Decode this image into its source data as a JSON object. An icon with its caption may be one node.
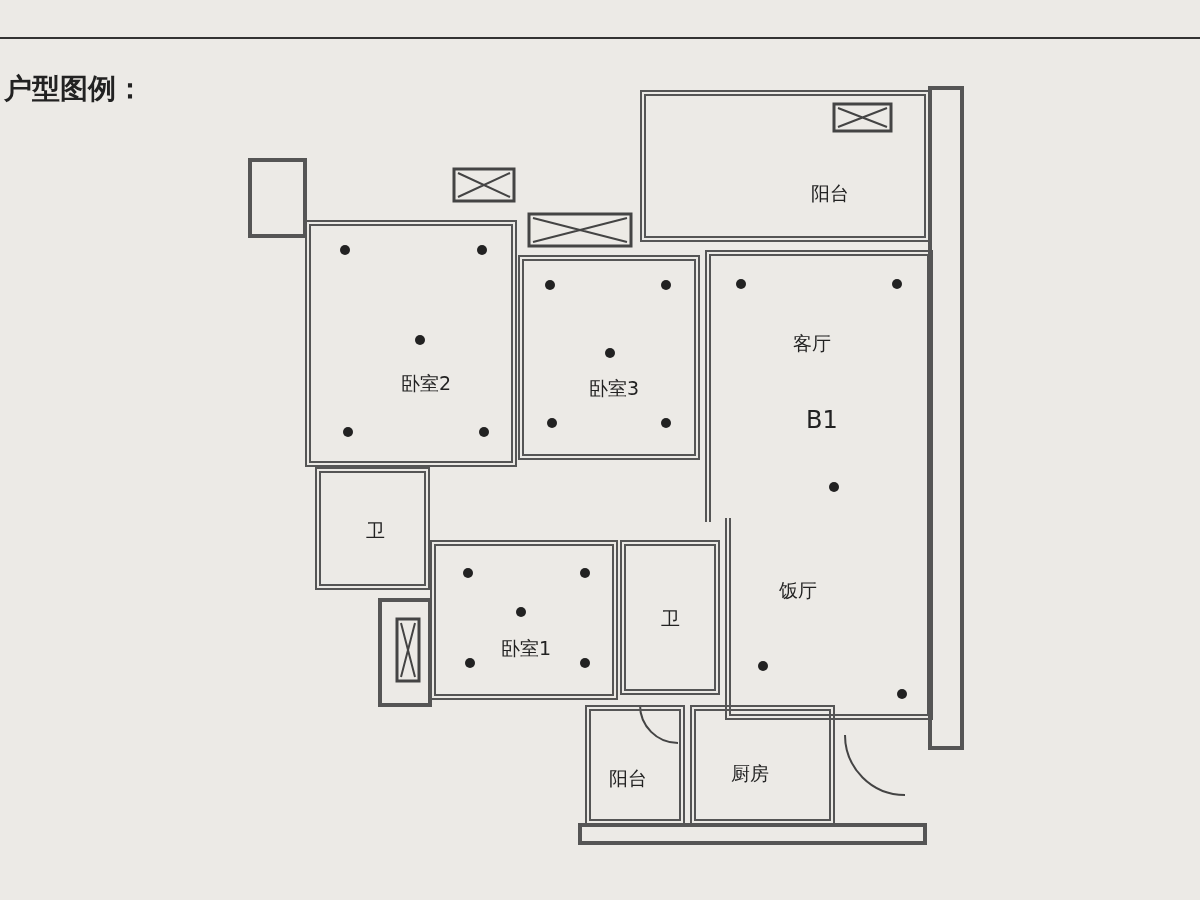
{
  "diagram": {
    "title": "户型图例：",
    "nodes": [
      {
        "text": [
          "阳台"
        ]
      },
      {
        "text": [
          "卧室2"
        ]
      },
      {
        "text": [
          "卧室3"
        ]
      },
      {
        "text": [
          "客厅",
          "B1"
        ]
      },
      {
        "text": [
          "卫"
        ]
      },
      {
        "text": [
          "卫"
        ]
      },
      {
        "text": [
          "卧室1"
        ]
      },
      {
        "text": [
          "饭厅"
        ]
      },
      {
        "text": [
          "阳台"
        ]
      },
      {
        "text": [
          "厨房"
        ]
      }
    ]
  }
}
